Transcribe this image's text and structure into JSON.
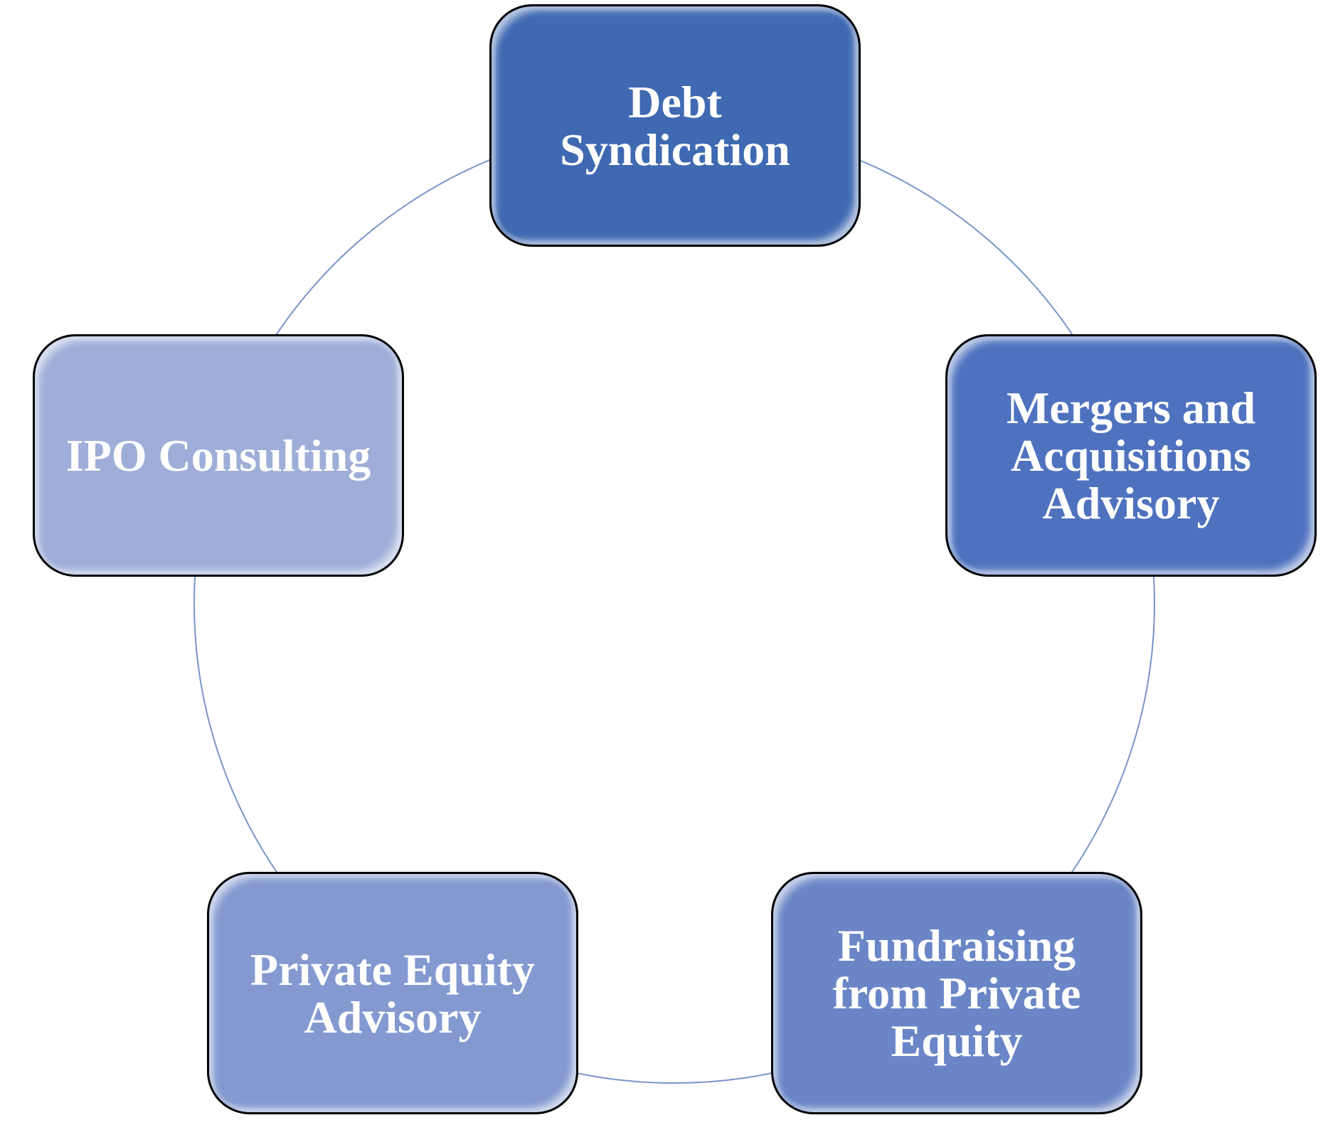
{
  "diagram": {
    "type": "cycle",
    "ring_color": "#7a95c9",
    "nodes": [
      {
        "id": "debt",
        "label": "Debt\nSyndication",
        "color": "#3f69b1"
      },
      {
        "id": "ma",
        "label": "Mergers and\nAcquisitions\nAdvisory",
        "color": "#4f72bf"
      },
      {
        "id": "fund",
        "label": "Fundraising\nfrom Private\nEquity",
        "color": "#6a86c6"
      },
      {
        "id": "pe",
        "label": "Private Equity\nAdvisory",
        "color": "#8399d0"
      },
      {
        "id": "ipo",
        "label": "IPO Consulting",
        "color": "#9eaed8"
      }
    ]
  }
}
